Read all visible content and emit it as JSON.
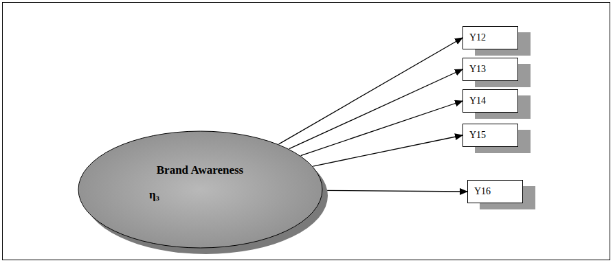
{
  "diagram": {
    "nodes": [
      {
        "text": [
          "Brand Awareness",
          "η₃"
        ]
      },
      {
        "text": [
          "Y12"
        ]
      },
      {
        "text": [
          "Y13"
        ]
      },
      {
        "text": [
          "Y14"
        ]
      },
      {
        "text": [
          "Y15"
        ]
      },
      {
        "text": [
          "Y16"
        ]
      }
    ],
    "edges": [
      {
        "from": 0,
        "to": 1,
        "arrow": "to"
      },
      {
        "from": 0,
        "to": 2,
        "arrow": "to"
      },
      {
        "from": 0,
        "to": 3,
        "arrow": "to"
      },
      {
        "from": 0,
        "to": 4,
        "arrow": "to"
      },
      {
        "from": 0,
        "to": 5,
        "arrow": "to"
      }
    ]
  }
}
